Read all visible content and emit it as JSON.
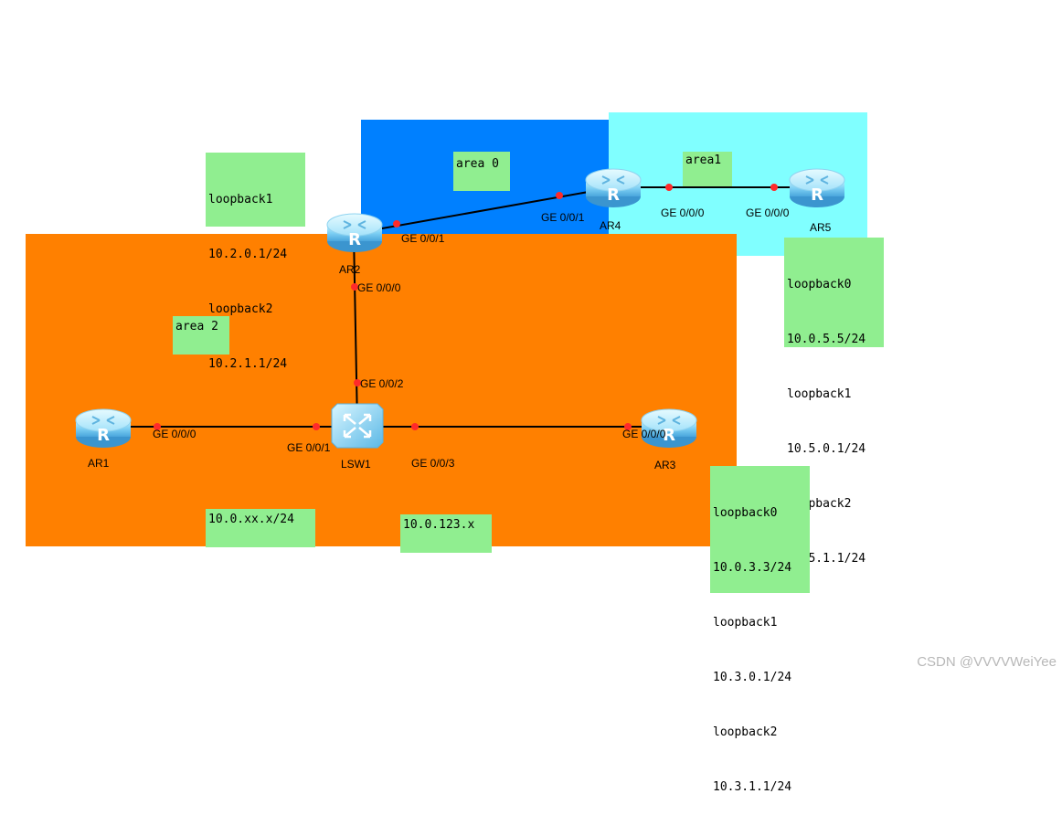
{
  "colors": {
    "area0": "#0080ff",
    "area1": "#80ffff",
    "area2": "#ff8000",
    "note": "#90ee90",
    "port_dot": "#ff2a2a",
    "link": "#000000"
  },
  "areas": {
    "area0": "area 0",
    "area1": "area1",
    "area2": "area 2"
  },
  "devices": {
    "ar1": {
      "name": "AR1",
      "icon": "router-icon"
    },
    "ar2": {
      "name": "AR2",
      "icon": "router-icon"
    },
    "ar3": {
      "name": "AR3",
      "icon": "router-icon"
    },
    "ar4": {
      "name": "AR4",
      "icon": "router-icon"
    },
    "ar5": {
      "name": "AR5",
      "icon": "router-icon"
    },
    "lsw1": {
      "name": "LSW1",
      "icon": "switch-icon"
    }
  },
  "ports": {
    "ar2_ge001": "GE 0/0/1",
    "ar2_ge000": "GE 0/0/0",
    "ar4_ge001": "GE 0/0/1",
    "ar4_ge000": "GE 0/0/0",
    "ar5_ge000": "GE 0/0/0",
    "lsw1_ge002": "GE 0/0/2",
    "lsw1_ge001": "GE 0/0/1",
    "lsw1_ge003": "GE 0/0/3",
    "ar1_ge000": "GE 0/0/0",
    "ar3_ge000": "GE 0/0/0"
  },
  "notes": {
    "ar2_loopbacks": [
      "loopback1",
      "10.2.0.1/24",
      "loopback2",
      "10.2.1.1/24"
    ],
    "ar5_loopbacks": [
      "loopback0",
      "10.0.5.5/24",
      "loopback1",
      "10.5.0.1/24",
      "loopback2",
      "10.5.1.1/24"
    ],
    "ar3_loopbacks": [
      "loopback0",
      "10.0.3.3/24",
      "loopback1",
      "10.3.0.1/24",
      "loopback2",
      "10.3.1.1/24"
    ],
    "subnet_ar1": "10.0.xx.x/24",
    "subnet_lan": "10.0.123.x"
  },
  "watermark": "CSDN @VVVVWeiYee"
}
